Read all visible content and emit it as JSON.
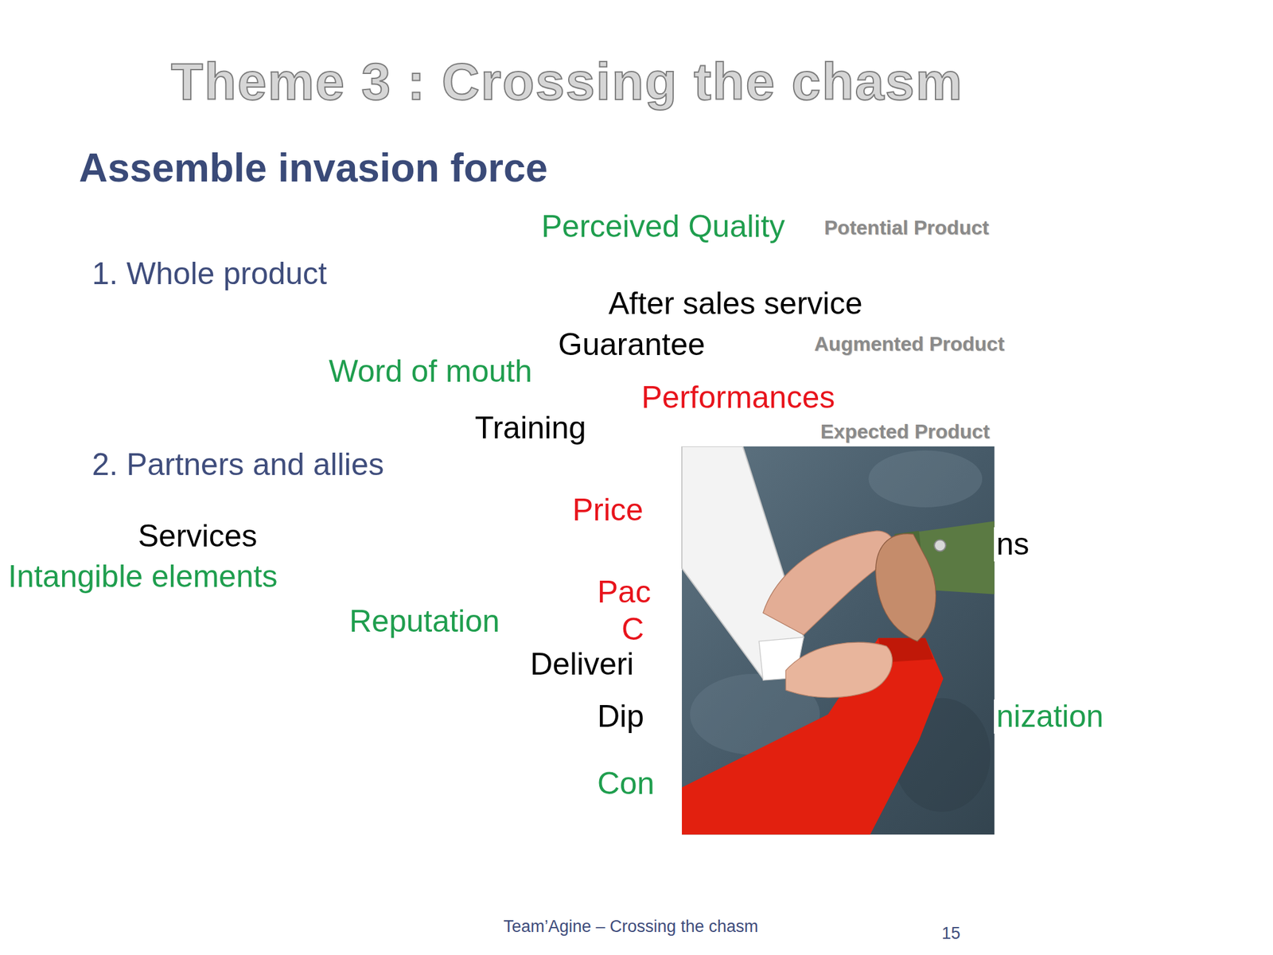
{
  "diagram": {
    "title": "Theme 3 : Crossing the chasm",
    "nodes": [
      {
        "text": [
          "Potential Product"
        ]
      },
      {
        "text": [
          "Augmented Product"
        ],
        "in": 0
      },
      {
        "text": [
          "Expected Product"
        ],
        "in": 1
      }
    ],
    "labels": [
      "Assemble invasion force",
      "Perceived Quality",
      "1. Whole product",
      "After sales service",
      "Guarantee",
      "Word of mouth",
      "Performances",
      "Training",
      "2. Partners and allies",
      "Price",
      "ns",
      "Intangible elements",
      "Services",
      "Pac",
      "Reputation",
      "C",
      "Deliveri",
      "Dip",
      "nization",
      "Con",
      "Team’Agine – Crossing the chasm",
      "15"
    ]
  }
}
